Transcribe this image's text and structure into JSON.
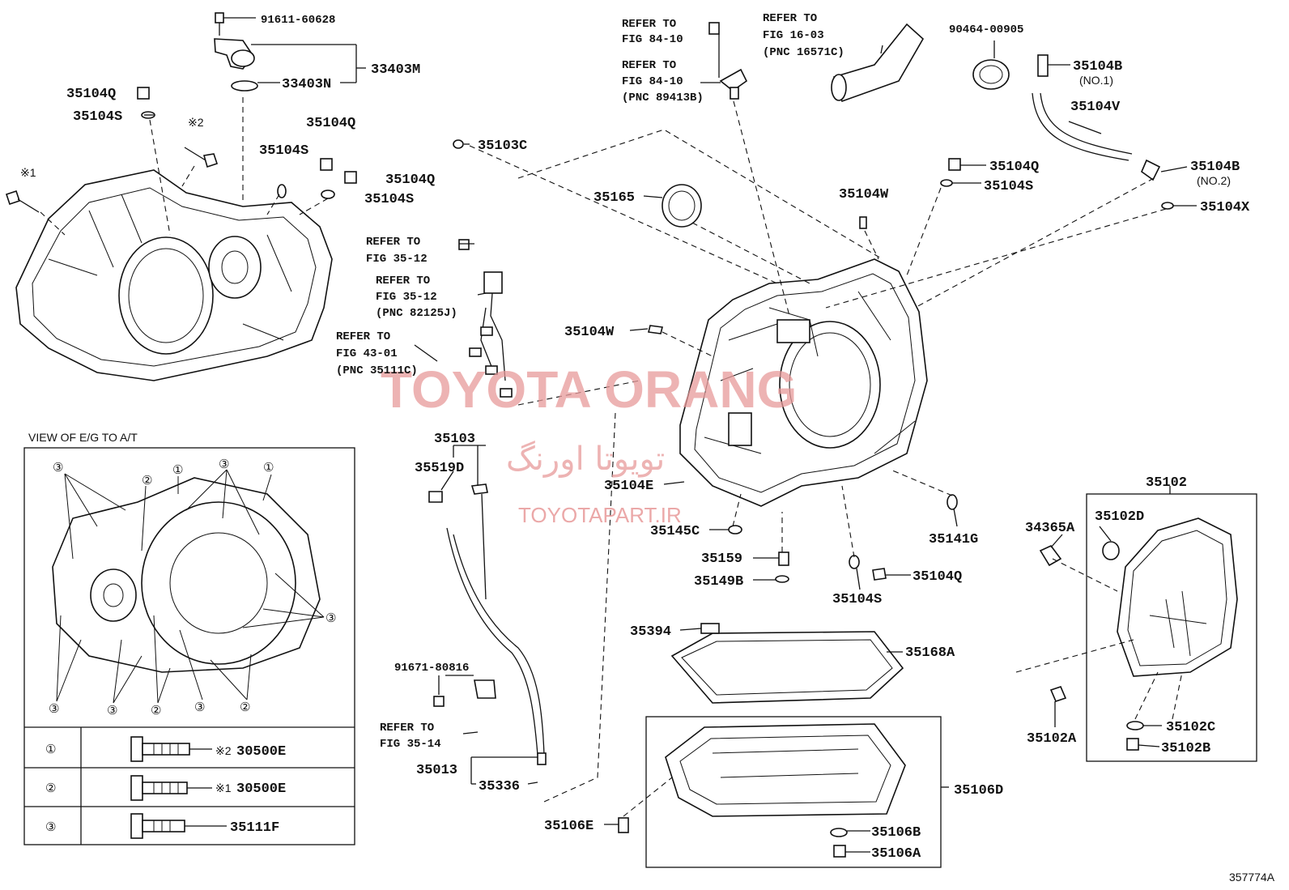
{
  "watermark": {
    "brand": "TOYOTA ORANG",
    "persian": "تویوتا اورنگ",
    "site": "TOYOTAPART.IR"
  },
  "figure_id": "357774A",
  "inset": {
    "title": "VIEW OF E/G TO A/T",
    "callouts": [
      "①",
      "②",
      "③"
    ],
    "marks": [
      "※2",
      "※1"
    ],
    "table": [
      {
        "index": "①",
        "mark": "※2",
        "part": "30500E"
      },
      {
        "index": "②",
        "mark": "※1",
        "part": "30500E"
      },
      {
        "index": "③",
        "mark": "",
        "part": "35111F"
      }
    ]
  },
  "refs": {
    "fig_84_10_a": {
      "line1": "REFER TO",
      "line2": "FIG 84-10"
    },
    "fig_84_10_b": {
      "line1": "REFER TO",
      "line2": "FIG 84-10",
      "line3": "(PNC 89413B)"
    },
    "fig_16_03": {
      "line1": "REFER TO",
      "line2": "FIG 16-03",
      "line3": "(PNC 16571C)"
    },
    "fig_35_12_a": {
      "line1": "REFER TO",
      "line2": "FIG 35-12"
    },
    "fig_35_12_b": {
      "line1": "REFER TO",
      "line2": "FIG 35-12",
      "line3": "(PNC 82125J)"
    },
    "fig_43_01": {
      "line1": "REFER TO",
      "line2": "FIG 43-01",
      "line3": "(PNC 35111C)"
    },
    "fig_35_14": {
      "line1": "REFER TO",
      "line2": "FIG 35-14"
    }
  },
  "labels": {
    "p91611": "91611-60628",
    "p33403M": "33403M",
    "p33403N": "33403N",
    "p35104Q_tl": "35104Q",
    "p35104S_tl": "35104S",
    "mark2": "※2",
    "mark1": "※1",
    "p35104Q_t": "35104Q",
    "p35104S_t": "35104S",
    "p35104Q_t2": "35104Q",
    "p35104S_t2": "35104S",
    "p35103C": "35103C",
    "p35165": "35165",
    "p35104W_a": "35104W",
    "p35104W_b": "35104W",
    "p90464": "90464-00905",
    "p35104B_1": "35104B",
    "no1": "(NO.1)",
    "p35104V": "35104V",
    "p35104Q_r": "35104Q",
    "p35104S_r": "35104S",
    "p35104B_2": "35104B",
    "no2": "(NO.2)",
    "p35104X": "35104X",
    "p35103": "35103",
    "p35519D": "35519D",
    "p35104E": "35104E",
    "p35145C": "35145C",
    "p35159": "35159",
    "p35149B": "35149B",
    "p35141G": "35141G",
    "p35104S_b": "35104S",
    "p35104Q_b": "35104Q",
    "p35102": "35102",
    "p34365A": "34365A",
    "p35102D": "35102D",
    "p35102A": "35102A",
    "p35102C": "35102C",
    "p35102B": "35102B",
    "p35394": "35394",
    "p35168A": "35168A",
    "p91671": "91671-80816",
    "p35013": "35013",
    "p35336": "35336",
    "p35106D": "35106D",
    "p35106E": "35106E",
    "p35106B": "35106B",
    "p35106A": "35106A"
  }
}
